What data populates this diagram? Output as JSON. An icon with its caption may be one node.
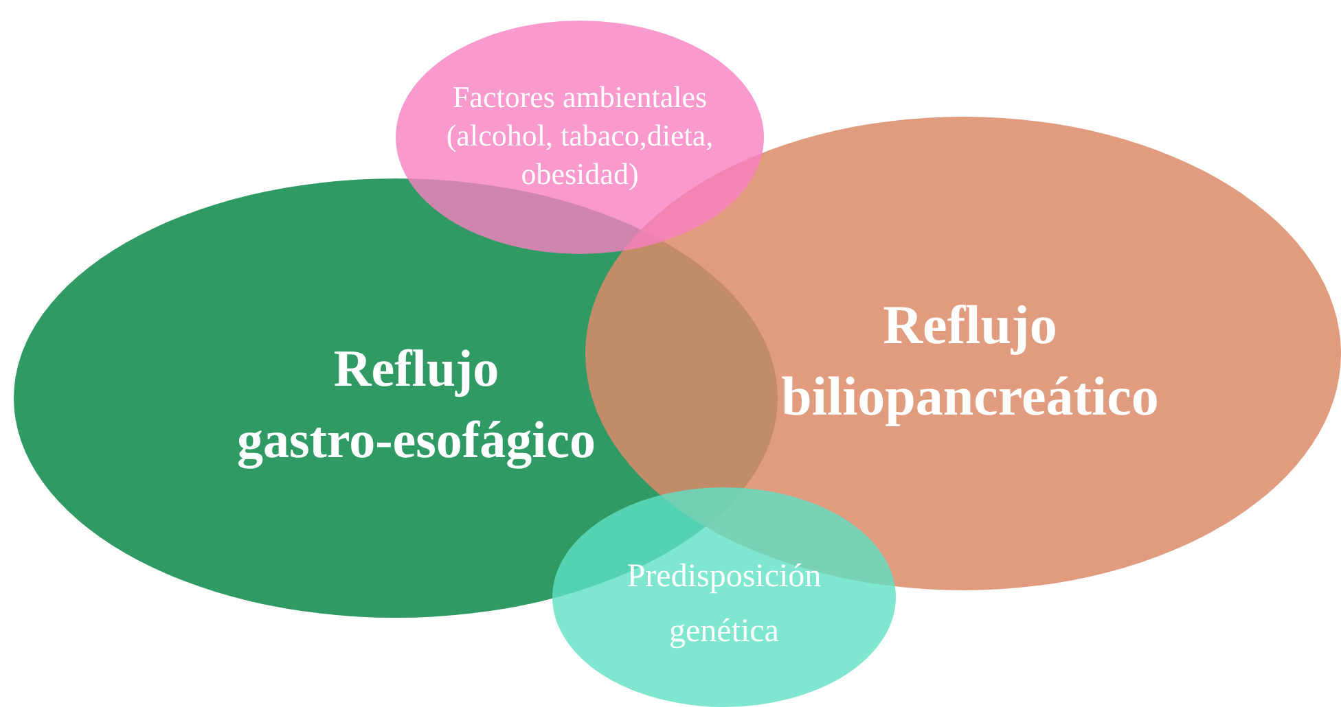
{
  "diagram": {
    "nodes": [
      {
        "text": [
          "Factores ambientales (alcohol, tabaco,dieta, obesidad)"
        ]
      },
      {
        "text": [
          "Reflujo gastro-esofágico"
        ]
      },
      {
        "text": [
          "Reflujo biliopancreático"
        ]
      },
      {
        "text": [
          "Predisposición genética"
        ]
      }
    ]
  }
}
